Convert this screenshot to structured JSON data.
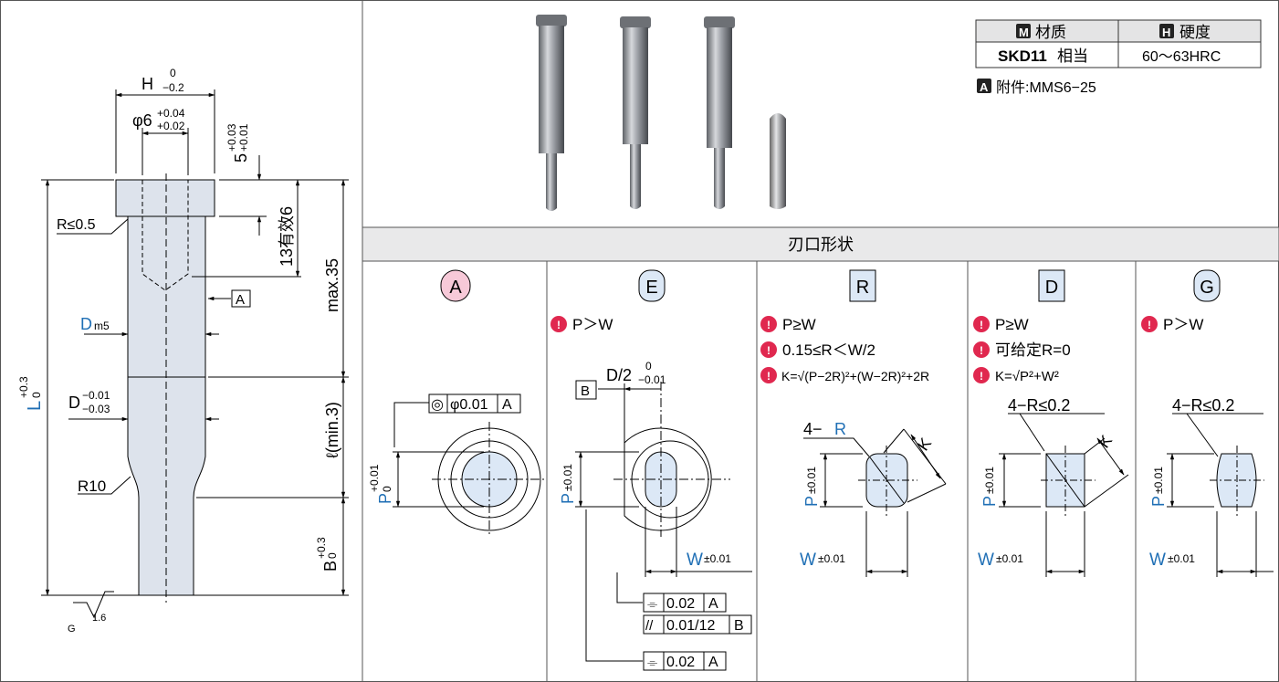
{
  "drawing": {
    "h_dim": "H",
    "h_tol_up": "0",
    "h_tol_lo": "−0.2",
    "d6": "φ6",
    "d6_tol_up": "+0.04",
    "d6_tol_lo": "+0.02",
    "five": "5",
    "five_tol_up": "+0.03",
    "five_tol_lo": "+0.01",
    "r05": "R≤0.5",
    "eff": "13有效6",
    "max35": "max.35",
    "ref_a": "A",
    "dm5_main": "D",
    "dm5_sub": "m5",
    "dtol_main": "D",
    "dtol_up": "−0.01",
    "dtol_lo": "−0.03",
    "l_main": "L",
    "l_tol_up": "+0.3",
    "l_tol_lo": "0",
    "lmin": "ℓ(min.3)",
    "r10": "R10",
    "b_main": "B",
    "b_tol_up": "+0.3",
    "b_tol_lo": "0",
    "rough_val": "1.6",
    "rough_g": "G"
  },
  "spec": {
    "material_badge": "M",
    "material_header": "材质",
    "hardness_badge": "H",
    "hardness_header": "硬度",
    "material_value": "SKD11",
    "material_suffix": "相当",
    "hardness_value": "60～63HRC",
    "accessory_badge": "A",
    "accessory_text": "附件:MMS6−25"
  },
  "section_title": "刃口形状",
  "shapes": {
    "a": {
      "label": "A",
      "p_main": "P",
      "p_tol_up": "+0.01",
      "p_tol_lo": "0",
      "conc": "◎",
      "conc_val": "φ0.01",
      "conc_ref": "A"
    },
    "e": {
      "label": "E",
      "cond": "P＞W",
      "ref_b": "B",
      "half_d": "D/2",
      "half_tol_up": "0",
      "half_tol_lo": "−0.01",
      "p_main": "P",
      "p_tol": "±0.01",
      "w_main": "W",
      "w_tol": "±0.01",
      "sym1": "0.02",
      "sym1_ref": "A",
      "par": "0.01/12",
      "par_ref": "B",
      "sym2": "0.02",
      "sym2_ref": "A"
    },
    "r": {
      "label": "R",
      "cond1": "P≥W",
      "cond2": "0.15≤R＜W/2",
      "cond3": "K=√(P−2R)²+(W−2R)²+2R",
      "corner_n": "4−",
      "corner_r": "R",
      "k": "K",
      "p_main": "P",
      "p_tol": "±0.01",
      "w_main": "W",
      "w_tol": "±0.01"
    },
    "d": {
      "label": "D",
      "cond1": "P≥W",
      "cond2": "可给定R=0",
      "cond3": "K=√P²+W²",
      "corner": "4−R≤0.2",
      "k": "K",
      "p_main": "P",
      "p_tol": "±0.01",
      "w_main": "W",
      "w_tol": "±0.01"
    },
    "g": {
      "label": "G",
      "cond": "P＞W",
      "corner": "4−R≤0.2",
      "p_main": "P",
      "p_tol": "±0.01",
      "w_main": "W",
      "w_tol": "±0.01"
    }
  },
  "colors": {
    "accent_blue": "#1f6fb5",
    "warn_pink": "#e0284f",
    "shade": "#dde3ec",
    "fill_blue": "#dce8f6"
  }
}
